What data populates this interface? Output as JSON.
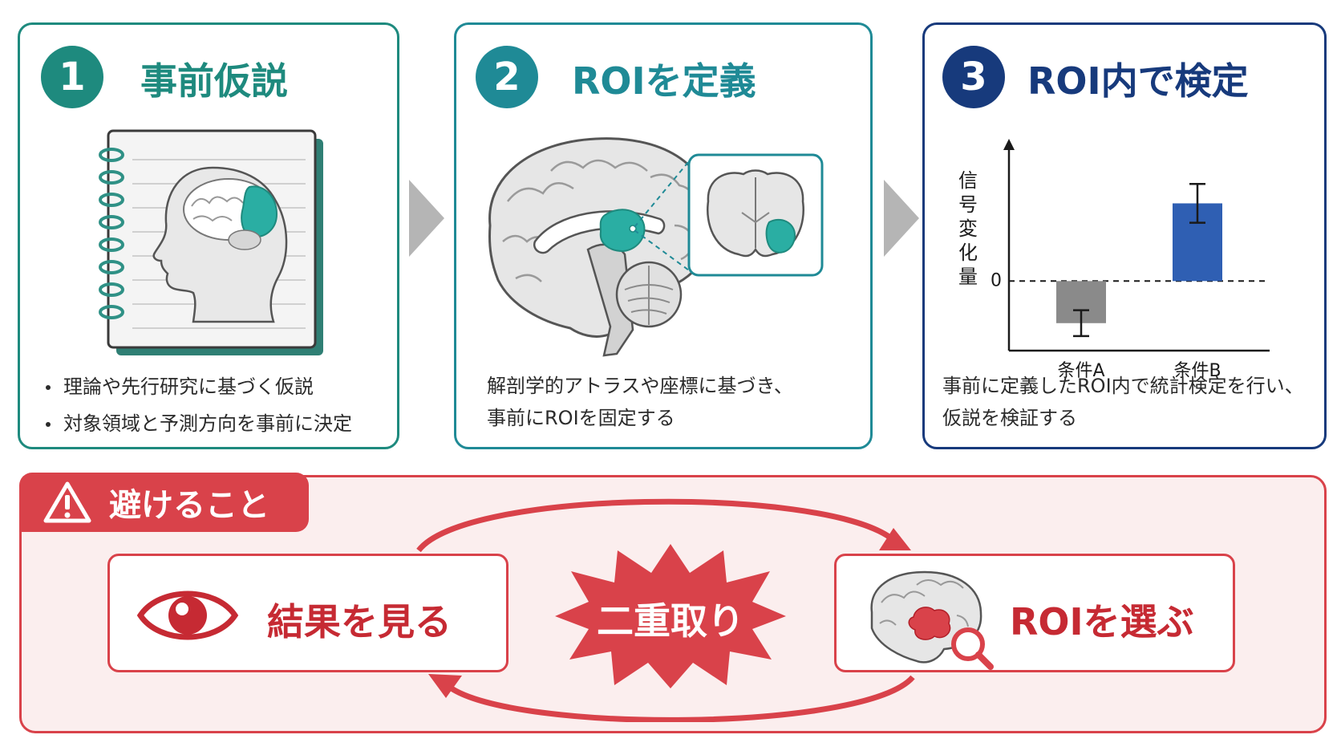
{
  "colors": {
    "teal_dark": "#1e8a7e",
    "teal": "#1f8a96",
    "navy": "#173a7c",
    "accent_teal": "#2aaea3",
    "red": "#d9424a",
    "bar_gray": "#8a8a8a",
    "bar_blue": "#2f5fb3"
  },
  "steps": [
    {
      "number": "1",
      "title": "事前仮説",
      "illustration": "notebook-head-icon",
      "bullets": [
        "理論や先行研究に基づく仮説",
        "対象領域と予測方向を事前に決定"
      ]
    },
    {
      "number": "2",
      "title": "ROIを定義",
      "illustration": "brain-roi-icon",
      "description": [
        "解剖学的アトラスや座標に基づき、",
        "事前にROIを固定する"
      ]
    },
    {
      "number": "3",
      "title": "ROI内で検定",
      "description": [
        "事前に定義したROI内で統計検定を行い、",
        "仮説を検証する"
      ]
    }
  ],
  "chart_data": {
    "type": "bar",
    "categories": [
      "条件A",
      "条件B"
    ],
    "values": [
      -0.65,
      1.2
    ],
    "error": [
      0.2,
      0.3
    ],
    "ylabel": "信号変化量",
    "yticks": [
      "0"
    ],
    "ylim": [
      -1.0,
      1.85
    ],
    "reference_line": 0,
    "bar_colors": [
      "#8a8a8a",
      "#2f5fb3"
    ]
  },
  "warning": {
    "title": "避けること",
    "icon": "warning-triangle-icon",
    "left_label": "結果を見る",
    "left_icon": "eye-icon",
    "center_label": "二重取り",
    "right_label": "ROIを選ぶ",
    "right_icon": "brain-magnifier-icon"
  }
}
